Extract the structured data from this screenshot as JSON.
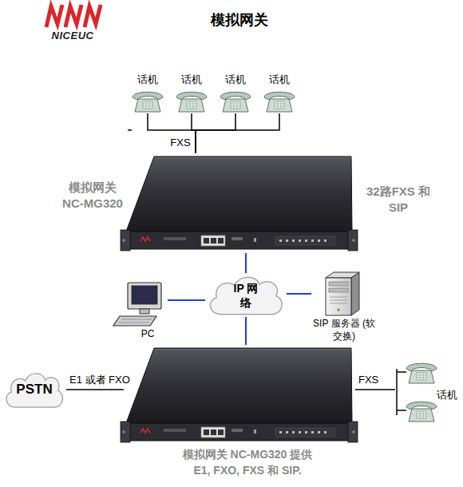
{
  "diagram": {
    "title": "模拟网关",
    "nodes": [
      {
        "text": [
          "话机"
        ]
      },
      {
        "text": [
          "话机"
        ]
      },
      {
        "text": [
          "话机"
        ]
      },
      {
        "text": [
          "话机"
        ]
      },
      {
        "text": [
          "模拟网关 NC-MG320",
          "32路FXS 和 SIP"
        ]
      },
      {
        "text": [
          "IP 网络"
        ]
      },
      {
        "text": [
          "PC"
        ]
      },
      {
        "text": [
          "SIP 服务器 (软交换)"
        ]
      },
      {
        "text": [
          "PSTN"
        ]
      },
      {
        "text": [
          "模拟网关 NC-MG320 提供 E1, FXO, FXS 和 SIP."
        ]
      },
      {
        "text": [
          "话机"
        ]
      }
    ],
    "edges": [
      {
        "from": 4,
        "to": 0,
        "arrow": "none",
        "label": "FXS"
      },
      {
        "from": 4,
        "to": 1,
        "arrow": "none"
      },
      {
        "from": 4,
        "to": 2,
        "arrow": "none"
      },
      {
        "from": 4,
        "to": 3,
        "arrow": "none"
      },
      {
        "from": 4,
        "to": 5,
        "arrow": "none"
      },
      {
        "from": 6,
        "to": 5,
        "arrow": "none"
      },
      {
        "from": 7,
        "to": 5,
        "arrow": "none"
      },
      {
        "from": 5,
        "to": 9,
        "arrow": "none"
      },
      {
        "from": 8,
        "to": 9,
        "arrow": "none",
        "label": "E1 或者 FXO"
      },
      {
        "from": 9,
        "to": 10,
        "arrow": "none",
        "label": "FXS"
      }
    ],
    "labels": [
      "NICEUC"
    ]
  }
}
